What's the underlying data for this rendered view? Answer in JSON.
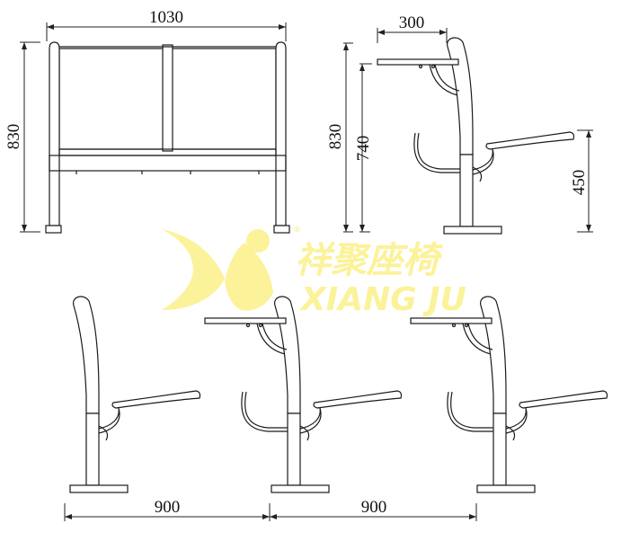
{
  "drawing": {
    "front_view": {
      "width_label": "1030",
      "height_label": "830"
    },
    "side_view": {
      "desk_depth_label": "300",
      "height_label": "830",
      "desk_height_label": "740",
      "seat_height_label": "450"
    },
    "row_view": {
      "spacing_labels": [
        "900",
        "900"
      ]
    }
  },
  "watermark": {
    "brand_cn": "祥聚座椅",
    "brand_en": "XIANG JU",
    "registered_mark": "®",
    "color": "#fbf29a"
  }
}
